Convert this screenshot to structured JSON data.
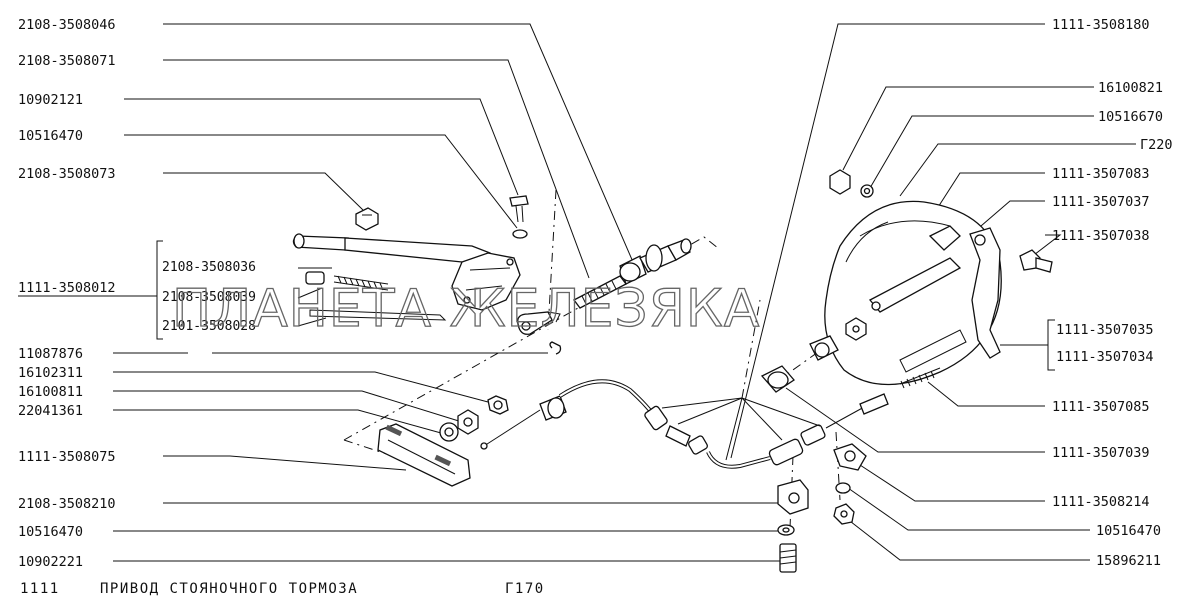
{
  "watermark": "ПЛАНЕТА ЖЕЛЕЗЯКА",
  "footer": {
    "code": "1111",
    "title": "ПРИВОД СТОЯНОЧНОГО ТОРМОЗА",
    "page": "Г170"
  },
  "labels_left": [
    "2108-3508046",
    "2108-3508071",
    "10902121",
    "10516470",
    "2108-3508073",
    "1111-3508012",
    "11087876",
    "16102311",
    "16100811",
    "22041361",
    "1111-3508075",
    "2108-3508210",
    "10516470",
    "10902221"
  ],
  "labels_group": [
    "2108-3508036",
    "2108-3508039",
    "2101-3508028"
  ],
  "labels_right": [
    "1111-3508180",
    "16100821",
    "10516670",
    "Г220",
    "1111-3507083",
    "1111-3507037",
    "1111-3507038",
    "1111-3507035",
    "1111-3507034",
    "1111-3507085",
    "1111-3507039",
    "1111-3508214",
    "10516470",
    "15896211"
  ]
}
